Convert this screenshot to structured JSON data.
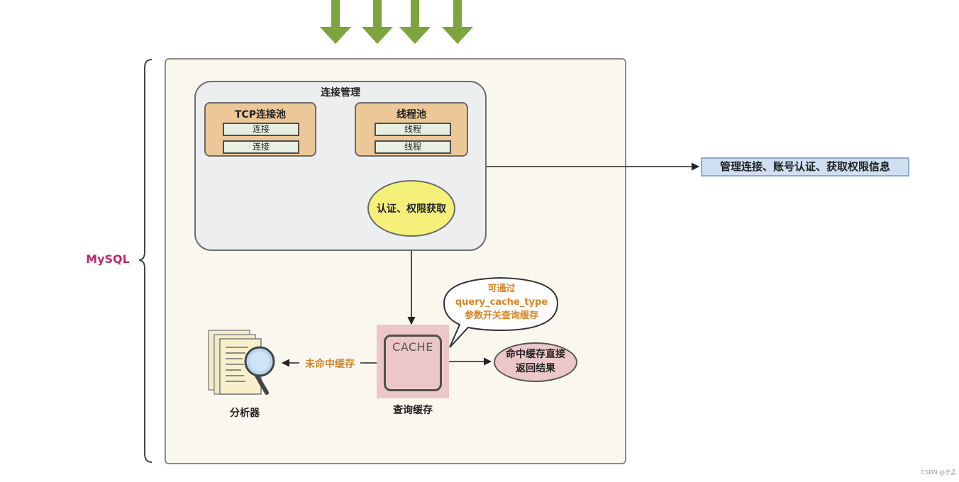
{
  "mysql_label": "MySQL",
  "connection_manager": {
    "title": "连接管理",
    "tcp_pool": {
      "title": "TCP连接池",
      "items": [
        "连接",
        "连接"
      ]
    },
    "thread_pool": {
      "title": "线程池",
      "items": [
        "线程",
        "线程"
      ]
    },
    "auth": "认证、权限获取"
  },
  "right_info": "管理连接、账号认证、获取权限信息",
  "query_cache": {
    "box_text": "CACHE",
    "label": "查询缓存",
    "note_lines": [
      "可通过",
      "query_cache_type",
      "参数开关查询缓存"
    ],
    "hit_lines": [
      "命中缓存直接",
      "返回结果"
    ],
    "miss_label": "未命中缓存"
  },
  "analyzer": {
    "label": "分析器"
  },
  "watermark": "CSDN @于孟",
  "colors": {
    "panel_bg": "#faf7ee",
    "pool_fill": "#ecc898",
    "auth_fill": "#f5f07a",
    "cache_fill": "#ecc7c7",
    "accent_orange": "#d8852a",
    "mysql_pink": "#c0286a",
    "input_arrow_green": "#7da43f",
    "info_box_fill": "#cfe0f3"
  }
}
